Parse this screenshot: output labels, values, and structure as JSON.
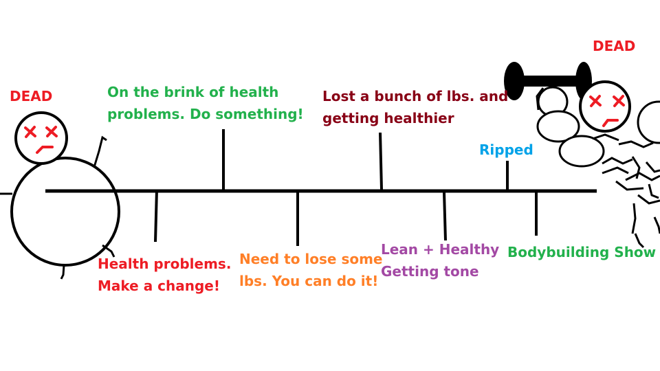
{
  "colors": {
    "red": "#ed1c24",
    "green": "#22b14c",
    "dark_red": "#880015",
    "orange": "#ff7f27",
    "purple": "#a349a4",
    "blue": "#00a2e8",
    "ink": "#000000"
  },
  "figures": {
    "left": {
      "status": "DEAD"
    },
    "right": {
      "status": "DEAD"
    }
  },
  "events": [
    {
      "id": "brink",
      "lines": [
        "On the brink of health",
        "problems. Do something!"
      ]
    },
    {
      "id": "health-problems",
      "lines": [
        "Health problems.",
        "Make a change!"
      ]
    },
    {
      "id": "lose-lbs",
      "lines": [
        "Need to lose some",
        "lbs. You can do it!"
      ]
    },
    {
      "id": "lost-lbs",
      "lines": [
        "Lost a bunch of lbs. and",
        "getting healthier"
      ]
    },
    {
      "id": "lean",
      "lines": [
        "Lean + Healthy",
        "Getting tone"
      ]
    },
    {
      "id": "ripped",
      "lines": [
        "Ripped"
      ]
    },
    {
      "id": "bodybuilding",
      "lines": [
        "Bodybuilding Show"
      ]
    }
  ]
}
